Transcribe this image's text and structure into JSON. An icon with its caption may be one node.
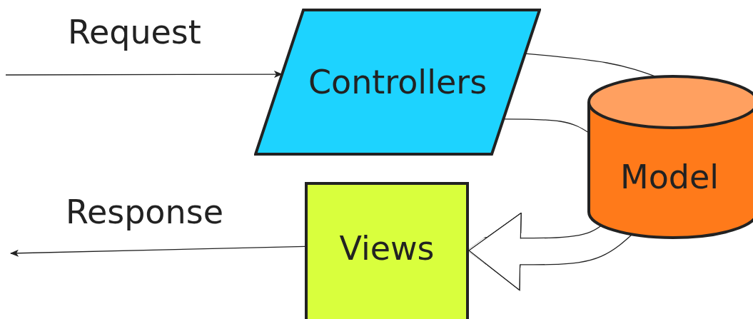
{
  "diagram": {
    "nodes": [
      {
        "text": [
          "Controllers"
        ]
      },
      {
        "text": [
          "Model"
        ]
      },
      {
        "text": [
          "Views"
        ]
      }
    ],
    "edges": [
      {
        "from": null,
        "to": 0,
        "arrow": "to",
        "label": "Request"
      },
      {
        "from": 2,
        "to": null,
        "arrow": "to",
        "label": "Response"
      },
      {
        "from": 0,
        "to": 1,
        "arrow": "none"
      },
      {
        "from": 0,
        "to": 1,
        "arrow": "none"
      },
      {
        "from": 1,
        "to": 2,
        "arrow": "to",
        "style": "thick"
      }
    ]
  }
}
